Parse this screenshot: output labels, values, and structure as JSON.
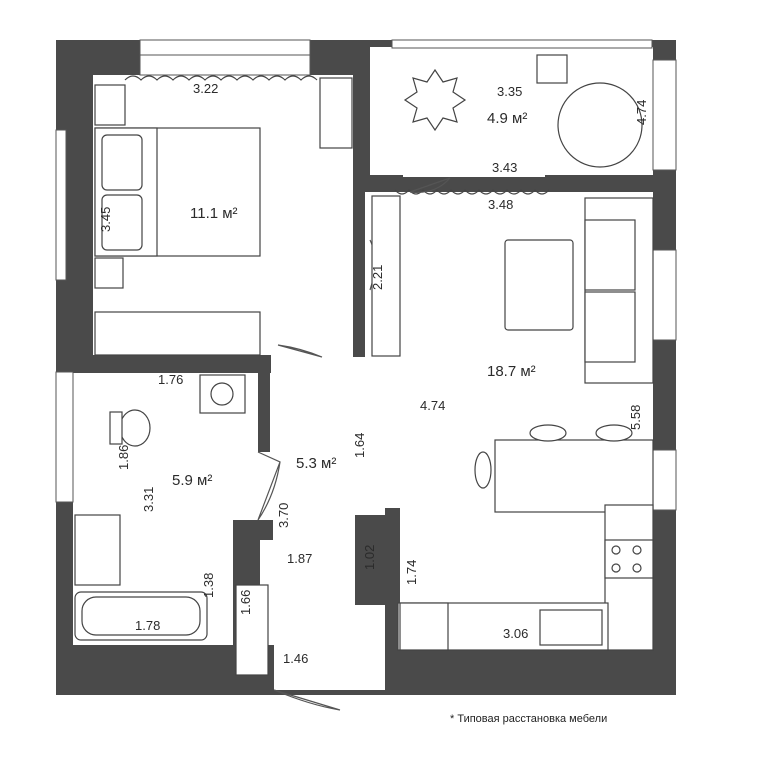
{
  "rooms": {
    "bedroom": {
      "area": "11.1 м²",
      "dim_top": "3.22",
      "dim_side": "3.45"
    },
    "balcony": {
      "area": "4.9 м²",
      "dim_top": "3.35",
      "dim_bottom": "3.43",
      "dim_side": "4.74"
    },
    "living_kitchen": {
      "area": "18.7 м²",
      "dim_top": "3.48",
      "dim_width": "4.74",
      "dim_side": "5.58",
      "dim_closet": "2.21",
      "dim_island": "1.74",
      "dim_kitchen": "3.06"
    },
    "bathroom": {
      "area": "5.9 м²",
      "dim_top": "1.76",
      "dim_side_a": "1.86",
      "dim_side_b": "3.31",
      "dim_tub_h": "1.38",
      "dim_tub_w": "1.78"
    },
    "hall": {
      "area": "5.3 м²",
      "dim_a": "1.64",
      "dim_b": "3.70",
      "dim_c": "1.87",
      "dim_d": "1.02",
      "dim_e": "1.66",
      "dim_f": "1.46"
    }
  },
  "footnote": "* Типовая расстановка мебели",
  "colors": {
    "wall": "#4a4a4a",
    "line": "#555555",
    "furniture": "#444444",
    "fill": "#ffffff"
  }
}
